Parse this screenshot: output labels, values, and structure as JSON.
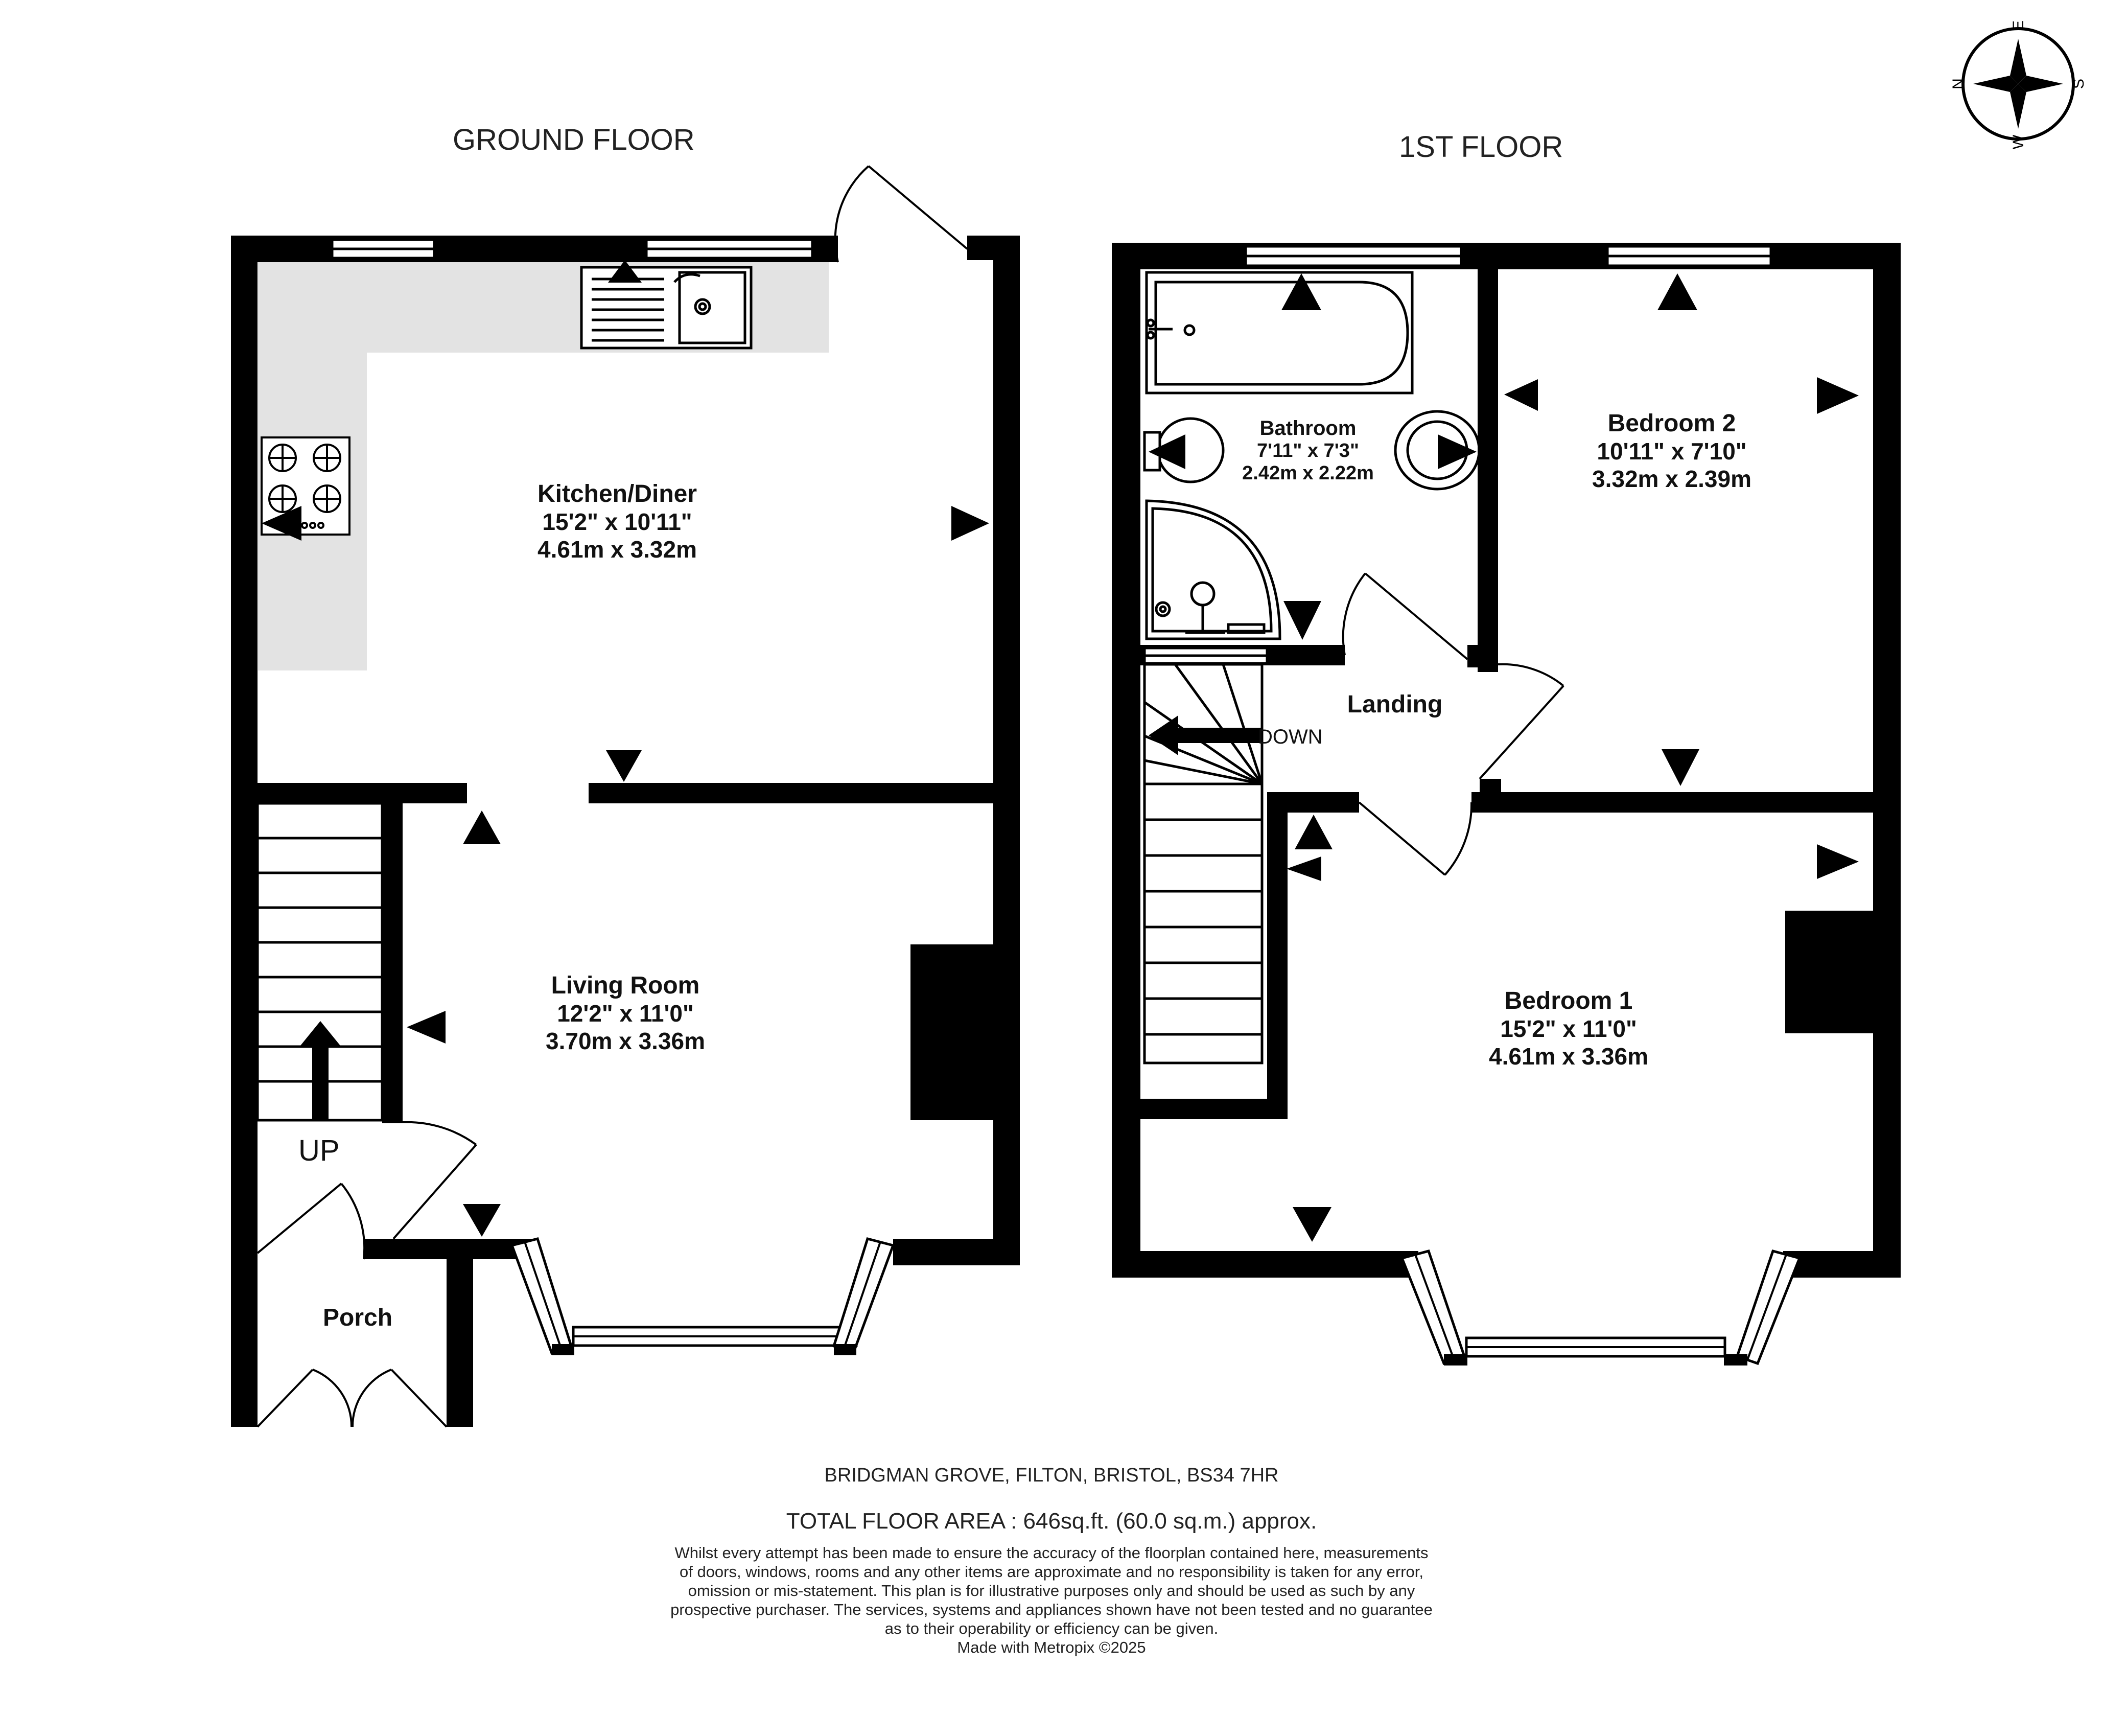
{
  "floors": {
    "ground": {
      "title": "GROUND FLOOR"
    },
    "first": {
      "title": "1ST FLOOR"
    }
  },
  "rooms": {
    "kitchen": {
      "name": "Kitchen/Diner",
      "imperial": "15'2\"  x 10'11\"",
      "metric": "4.61m  x 3.32m"
    },
    "living": {
      "name": "Living Room",
      "imperial": "12'2\"  x 11'0\"",
      "metric": "3.70m  x 3.36m"
    },
    "porch": {
      "name": "Porch"
    },
    "bathroom": {
      "name": "Bathroom",
      "imperial": "7'11\"  x 7'3\"",
      "metric": "2.42m  x 2.22m"
    },
    "bedroom2": {
      "name": "Bedroom 2",
      "imperial": "10'11\"  x 7'10\"",
      "metric": "3.32m  x 2.39m"
    },
    "bedroom1": {
      "name": "Bedroom 1",
      "imperial": "15'2\"  x 11'0\"",
      "metric": "4.61m  x 3.36m"
    },
    "landing": {
      "name": "Landing"
    }
  },
  "stairs": {
    "up": "UP",
    "down": "DOWN"
  },
  "compass": {
    "n": "N",
    "e": "E",
    "s": "S",
    "w": "W"
  },
  "footer": {
    "address": "BRIDGMAN GROVE, FILTON, BRISTOL, BS34 7HR",
    "total_area": "TOTAL FLOOR AREA : 646sq.ft. (60.0 sq.m.) approx.",
    "disclaimer_lines": [
      "Whilst every attempt has been made to ensure the accuracy of the floorplan contained here, measurements",
      "of doors, windows, rooms and any other items are approximate and no responsibility is taken for any error,",
      "omission or mis-statement. This plan is for illustrative purposes only and should be used as such by any",
      "prospective purchaser. The services, systems and appliances shown have not been tested and no guarantee",
      "as to their operability or efficiency can be given.",
      "Made with Metropix ©2025"
    ]
  },
  "colors": {
    "wall": "#000000",
    "worktop": "#e3e3e3",
    "window": "#ffffff"
  }
}
